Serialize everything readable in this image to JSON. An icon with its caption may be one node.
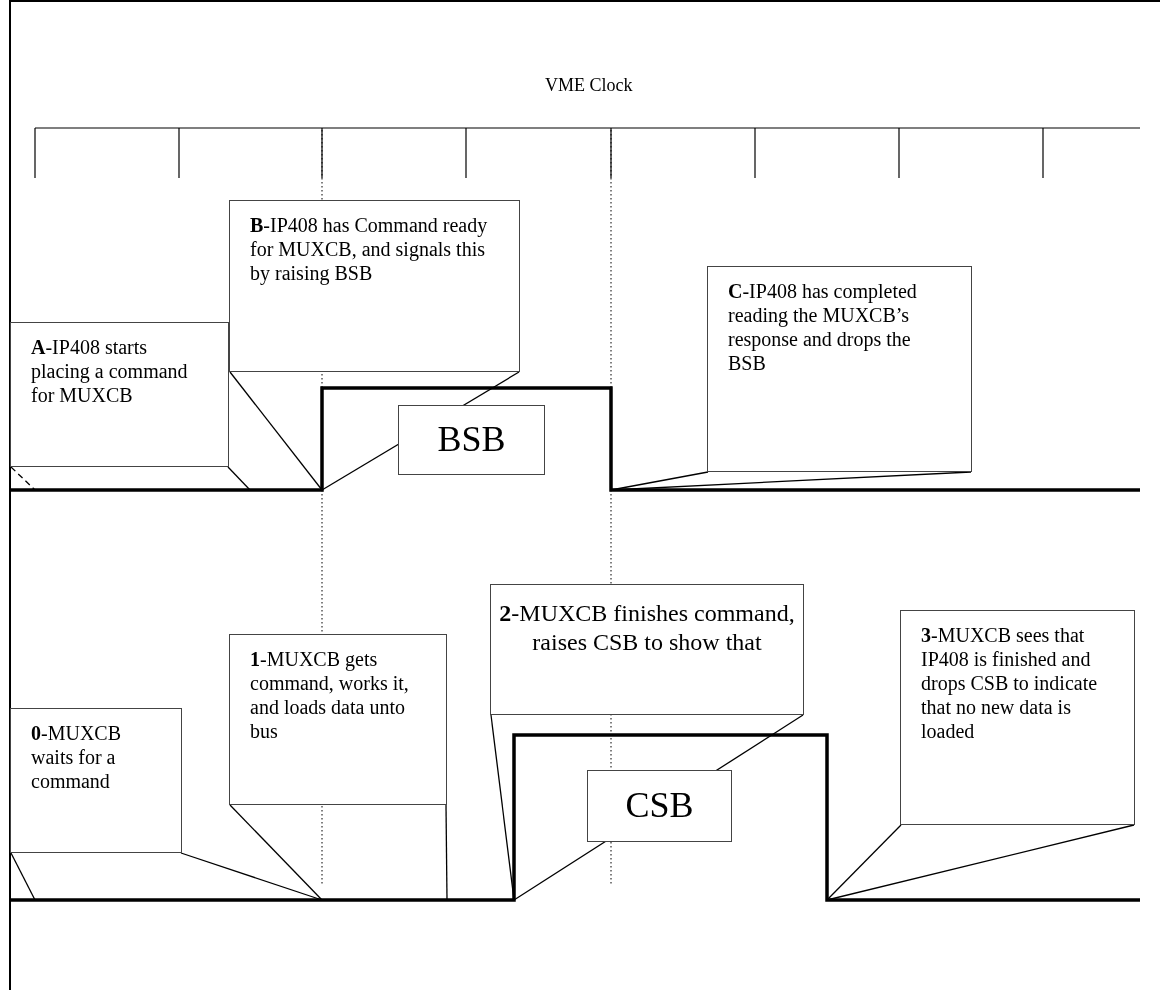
{
  "diagram": {
    "nodes": [
      {
        "text": [
          "**A**-IP408 starts placing a command for MUXCB"
        ]
      },
      {
        "text": [
          "**B**-IP408 has Command ready for MUXCB, and signals this by raising BSB"
        ]
      },
      {
        "text": [
          "BSB"
        ]
      },
      {
        "text": [
          "**C**-IP408 has completed reading the MUXCB’s response and drops the BSB"
        ]
      },
      {
        "text": [
          "**0**-MUXCB waits for a command"
        ]
      },
      {
        "text": [
          "**1**-MUXCB gets command, works it, and loads data unto bus"
        ]
      },
      {
        "text": [
          "**2**-MUXCB finishes command, raises CSB to show that"
        ]
      },
      {
        "text": [
          "CSB"
        ]
      },
      {
        "text": [
          "**3**-MUXCB sees that IP408 is finished and drops CSB to indicate that no new data is loaded"
        ]
      }
    ],
    "edges": [
      {
        "from": 0,
        "to": null,
        "arrow": "none",
        "style": "dashed"
      },
      {
        "from": 0,
        "to": null,
        "arrow": "none"
      },
      {
        "from": 1,
        "to": null,
        "arrow": "none"
      },
      {
        "from": 1,
        "to": null,
        "arrow": "none"
      },
      {
        "from": 3,
        "to": null,
        "arrow": "none"
      },
      {
        "from": 3,
        "to": null,
        "arrow": "none"
      },
      {
        "from": 4,
        "to": null,
        "arrow": "none"
      },
      {
        "from": 4,
        "to": null,
        "arrow": "none"
      },
      {
        "from": 5,
        "to": null,
        "arrow": "none"
      },
      {
        "from": 5,
        "to": null,
        "arrow": "none"
      },
      {
        "from": 6,
        "to": null,
        "arrow": "none"
      },
      {
        "from": 6,
        "to": null,
        "arrow": "none"
      },
      {
        "from": 8,
        "to": null,
        "arrow": "none"
      },
      {
        "from": 8,
        "to": null,
        "arrow": "none"
      }
    ],
    "labels": [
      "VME Clock"
    ]
  }
}
